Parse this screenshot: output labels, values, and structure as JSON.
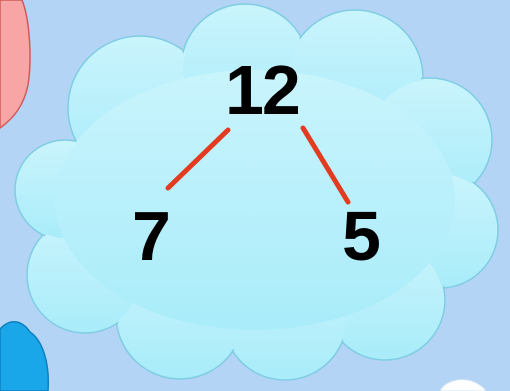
{
  "number_bond": {
    "whole": "12",
    "part_left": "7",
    "part_right": "5"
  },
  "colors": {
    "background": "#b3d4f4",
    "cloud_fill": "#bff0fb",
    "cloud_outline": "#7fcde3",
    "connector": "#e23b1f",
    "text": "#000000",
    "pink_cloud": "#f8a5a5",
    "blue_cloud": "#1aa7ea",
    "white_cloud": "#ffffff"
  }
}
